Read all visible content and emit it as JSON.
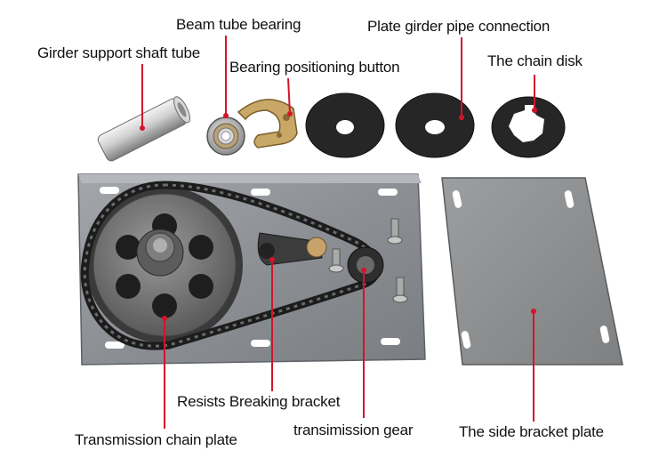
{
  "labels": {
    "beam_tube_bearing": "Beam tube bearing",
    "plate_girder_pipe_connection": "Plate girder pipe connection",
    "girder_support_shaft_tube": "Girder support shaft tube",
    "bearing_positioning_button": "Bearing positioning button",
    "chain_disk": "The chain disk",
    "resists_breaking_bracket": "Resists Breaking bracket",
    "transmission_chain_plate": "Transmission chain plate",
    "transmission_gear": "transimission gear",
    "side_bracket_plate": "The side bracket plate"
  },
  "colors": {
    "leader_line": "#d3142a",
    "label_text": "#111111",
    "plate_metal": "#8f9297",
    "side_plate": "#8c8e90",
    "chain": "#2a2a2a",
    "disk": "#262626"
  }
}
